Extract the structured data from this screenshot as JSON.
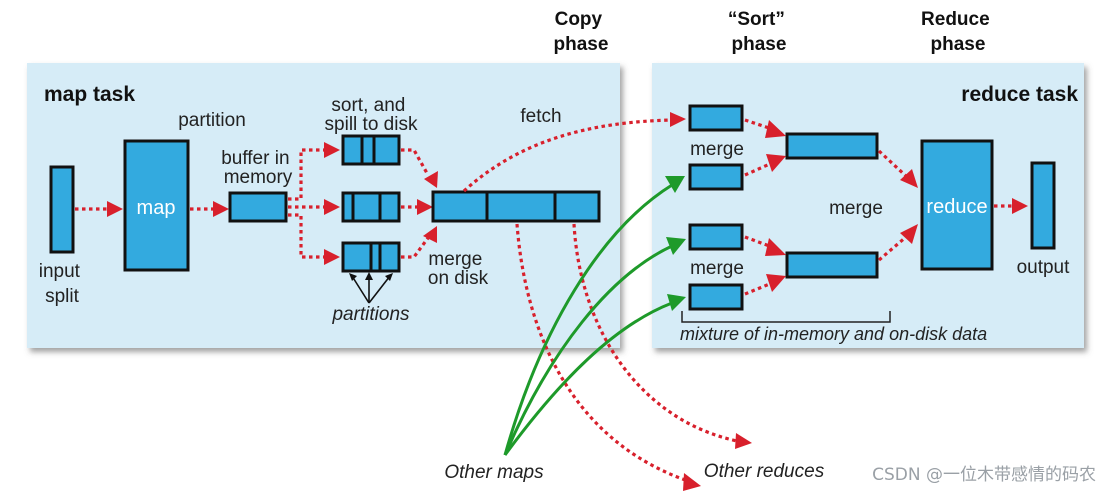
{
  "diagram": {
    "phases": {
      "copy": [
        "Copy",
        "phase"
      ],
      "sort": [
        "“Sort”",
        "phase"
      ],
      "reduce": [
        "Reduce",
        "phase"
      ]
    },
    "map_task": {
      "title": "map task",
      "input_split": [
        "input",
        "split"
      ],
      "partition": "partition",
      "map": "map",
      "buffer": [
        "buffer in",
        "memory"
      ],
      "spill": [
        "sort, and",
        "spill to disk"
      ],
      "partitions": "partitions",
      "fetch": "fetch",
      "merge_on_disk": [
        "merge",
        "on disk"
      ]
    },
    "reduce_task": {
      "title": "reduce task",
      "merge_top": "merge",
      "merge_bottom": "merge",
      "merge_middle": "merge",
      "reduce": "reduce",
      "output": "output",
      "mixture": "mixture of in-memory and on-disk data"
    },
    "external": {
      "other_maps": "Other maps",
      "other_reduces": "Other reduces"
    },
    "colors": {
      "panel": "#d6ecf7",
      "box": "#33aadf",
      "red_arrow": "#d8202c",
      "green_arrow": "#1e9a2a"
    }
  },
  "watermark": "CSDN @一位木带感情的码农"
}
